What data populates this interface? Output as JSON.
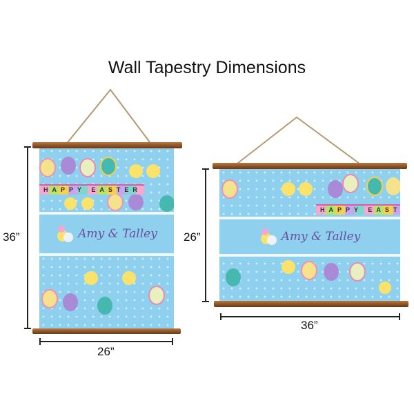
{
  "title": "Wall Tapestry Dimensions",
  "left_tapestry": {
    "height_label": "36”",
    "width_label": "26”",
    "name_text": "Amy & Talley",
    "banner_text": "HAPPY EASTER"
  },
  "right_tapestry": {
    "height_label": "26”",
    "width_label": "36”",
    "name_text": "Amy & Talley",
    "banner_text": "HAPPY EASTER"
  },
  "colors": {
    "fabric": "#8fd0ee",
    "rod": "#8a4f22",
    "name": "#6a4ea0",
    "string": "#b49a72"
  }
}
